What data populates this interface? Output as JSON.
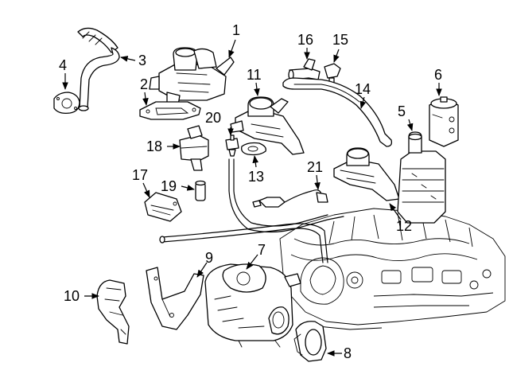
{
  "colors": {
    "line": "#000000",
    "background": "#ffffff"
  },
  "callouts": [
    {
      "id": "c1",
      "label": "1"
    },
    {
      "id": "c2",
      "label": "2"
    },
    {
      "id": "c3",
      "label": "3"
    },
    {
      "id": "c4",
      "label": "4"
    },
    {
      "id": "c5",
      "label": "5"
    },
    {
      "id": "c6",
      "label": "6"
    },
    {
      "id": "c7",
      "label": "7"
    },
    {
      "id": "c8",
      "label": "8"
    },
    {
      "id": "c9",
      "label": "9"
    },
    {
      "id": "c10",
      "label": "10"
    },
    {
      "id": "c11",
      "label": "11"
    },
    {
      "id": "c12",
      "label": "12"
    },
    {
      "id": "c13",
      "label": "13"
    },
    {
      "id": "c14",
      "label": "14"
    },
    {
      "id": "c15",
      "label": "15"
    },
    {
      "id": "c16",
      "label": "16"
    },
    {
      "id": "c17",
      "label": "17"
    },
    {
      "id": "c18",
      "label": "18"
    },
    {
      "id": "c19",
      "label": "19"
    },
    {
      "id": "c20",
      "label": "20"
    },
    {
      "id": "c21",
      "label": "21"
    }
  ]
}
